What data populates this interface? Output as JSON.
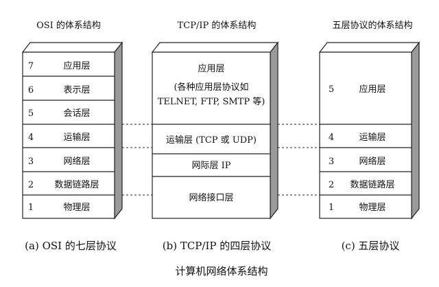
{
  "title": "计算机网络体系结构",
  "osi": {
    "header": "OSI 的体系结构",
    "caption": "(a) OSI 的七层协议",
    "layers": [
      {
        "num": "7",
        "label": "应用层"
      },
      {
        "num": "6",
        "label": "表示层"
      },
      {
        "num": "5",
        "label": "会话层"
      },
      {
        "num": "4",
        "label": "运输层"
      },
      {
        "num": "3",
        "label": "网络层"
      },
      {
        "num": "2",
        "label": "数据链路层"
      },
      {
        "num": "1",
        "label": "物理层"
      }
    ]
  },
  "tcpip": {
    "header": "TCP/IP 的体系结构",
    "caption": "(b) TCP/IP 的四层协议",
    "layers": [
      {
        "lines": [
          "应用层",
          "(各种应用层协议如",
          "TELNET, FTP, SMTP 等)"
        ]
      },
      {
        "lines": [
          "运输层 (TCP 或 UDP)"
        ]
      },
      {
        "lines": [
          "网际层 IP"
        ]
      },
      {
        "lines": [
          "网络接口层"
        ]
      }
    ]
  },
  "five": {
    "header": "五层协议的体系结构",
    "caption": "(c)  五层协议",
    "layers": [
      {
        "num": "5",
        "label": "应用层"
      },
      {
        "num": "4",
        "label": "运输层"
      },
      {
        "num": "3",
        "label": "网络层"
      },
      {
        "num": "2",
        "label": "数据链路层"
      },
      {
        "num": "1",
        "label": "物理层"
      }
    ]
  }
}
